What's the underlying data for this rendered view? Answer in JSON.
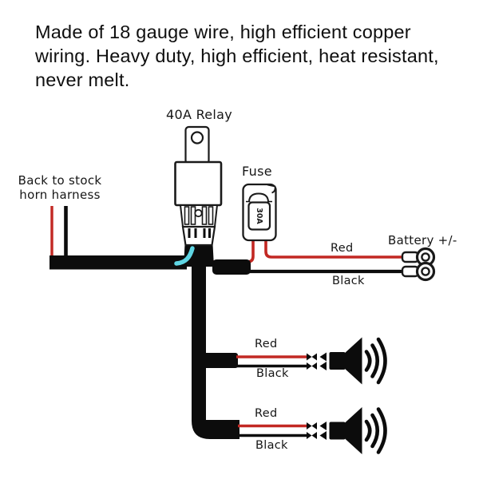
{
  "headline": {
    "lines": [
      "Made of 18 gauge wire, high efficient copper",
      "wiring. Heavy duty, high efficient, heat resistant,",
      "never melt."
    ]
  },
  "diagram": {
    "relay": {
      "label": "40A Relay"
    },
    "fuse": {
      "label": "Fuse",
      "rating": "30A"
    },
    "stock_harness": {
      "label": "Back to stock horn harness"
    },
    "battery": {
      "label": "Battery +/-",
      "red_label": "Red",
      "black_label": "Black"
    },
    "horn1": {
      "red_label": "Red",
      "black_label": "Black"
    },
    "horn2": {
      "red_label": "Red",
      "black_label": "Black"
    }
  },
  "icons": {
    "horn": "speaker-with-sound-waves",
    "battery_terminal": "ring-terminal",
    "wire_end": "spade-connector"
  },
  "colors": {
    "wire_red": "#c22823",
    "wire_black": "#0c0c0c",
    "wire_cyan": "#5fd6e4",
    "text": "#111111"
  }
}
